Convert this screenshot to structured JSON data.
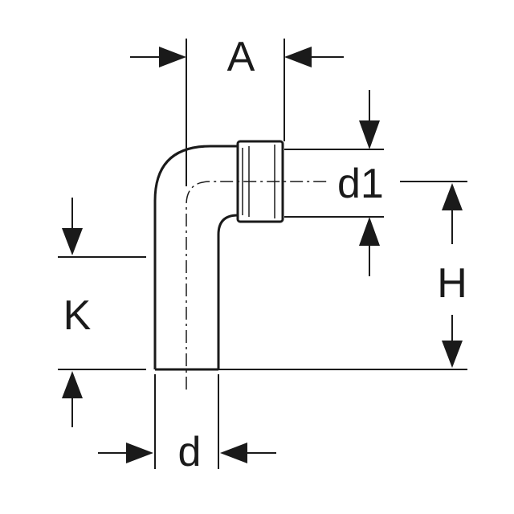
{
  "diagram": {
    "labels": {
      "A": "A",
      "d1": "d1",
      "H": "H",
      "K": "K",
      "d": "d"
    },
    "colors": {
      "line": "#1a1a1a",
      "background": "#ffffff"
    }
  }
}
